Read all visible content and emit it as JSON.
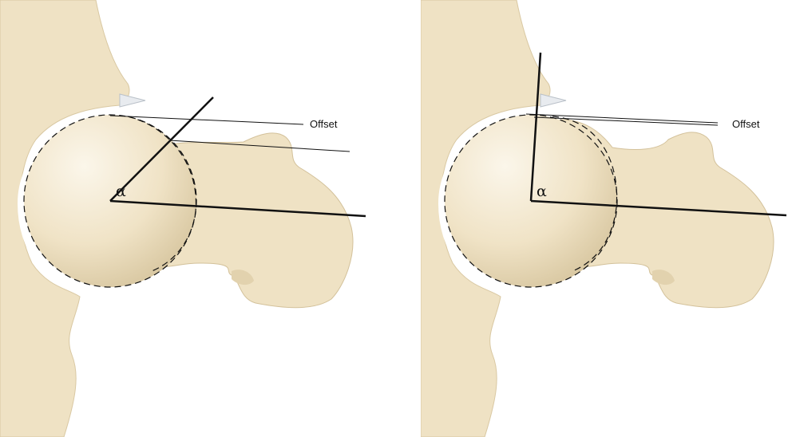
{
  "panels": [
    {
      "offset_label": "Offset",
      "angle_label": "α"
    },
    {
      "offset_label": "Offset",
      "angle_label": "α"
    }
  ],
  "colors": {
    "bone": "#efe2c4",
    "bone_shade": "#d9c8a2",
    "bone_highlight": "#fbf6ea",
    "line": "#111111"
  }
}
